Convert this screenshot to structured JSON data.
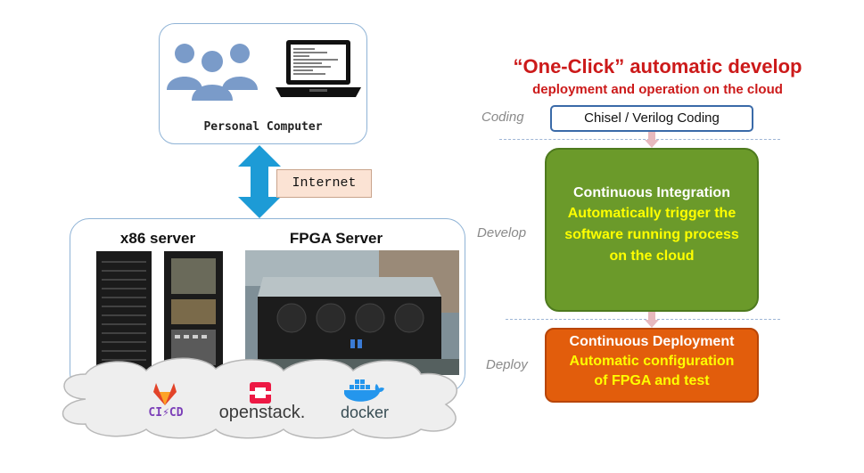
{
  "personal_computer": {
    "label": "Personal Computer"
  },
  "network": {
    "label": "Internet"
  },
  "servers": {
    "x86_title": "x86 server",
    "fpga_title": "FPGA Server",
    "logos": {
      "cicd": "CI⚡CD",
      "openstack": "openstack.",
      "docker": "docker"
    }
  },
  "header": {
    "title": "“One-Click”  automatic develop",
    "subtitle": "deployment and operation on the cloud"
  },
  "stages": {
    "coding": {
      "label": "Coding",
      "box": "Chisel / Verilog Coding"
    },
    "develop": {
      "label": "Develop",
      "title": "Continuous Integration",
      "lines": [
        "Automatically trigger the",
        "software running process",
        "on the cloud"
      ]
    },
    "deploy": {
      "label": "Deploy",
      "title": "Continuous Deployment",
      "lines": [
        "Automatic configuration",
        "of FPGA and test"
      ]
    }
  },
  "colors": {
    "accent_red": "#cc1a1a",
    "ci_green": "#6b9a2a",
    "cd_orange": "#e25d0c",
    "arrow_blue": "#1d9bd6",
    "gitlab_orange": "#e24329",
    "openstack_red": "#ed1944",
    "docker_blue": "#2496ed"
  },
  "icons": [
    "users-icon",
    "laptop-icon",
    "double-arrow-icon",
    "server-rack-icon",
    "fpga-chassis-image",
    "gitlab-icon",
    "openstack-icon",
    "docker-icon",
    "down-arrow-icon"
  ]
}
